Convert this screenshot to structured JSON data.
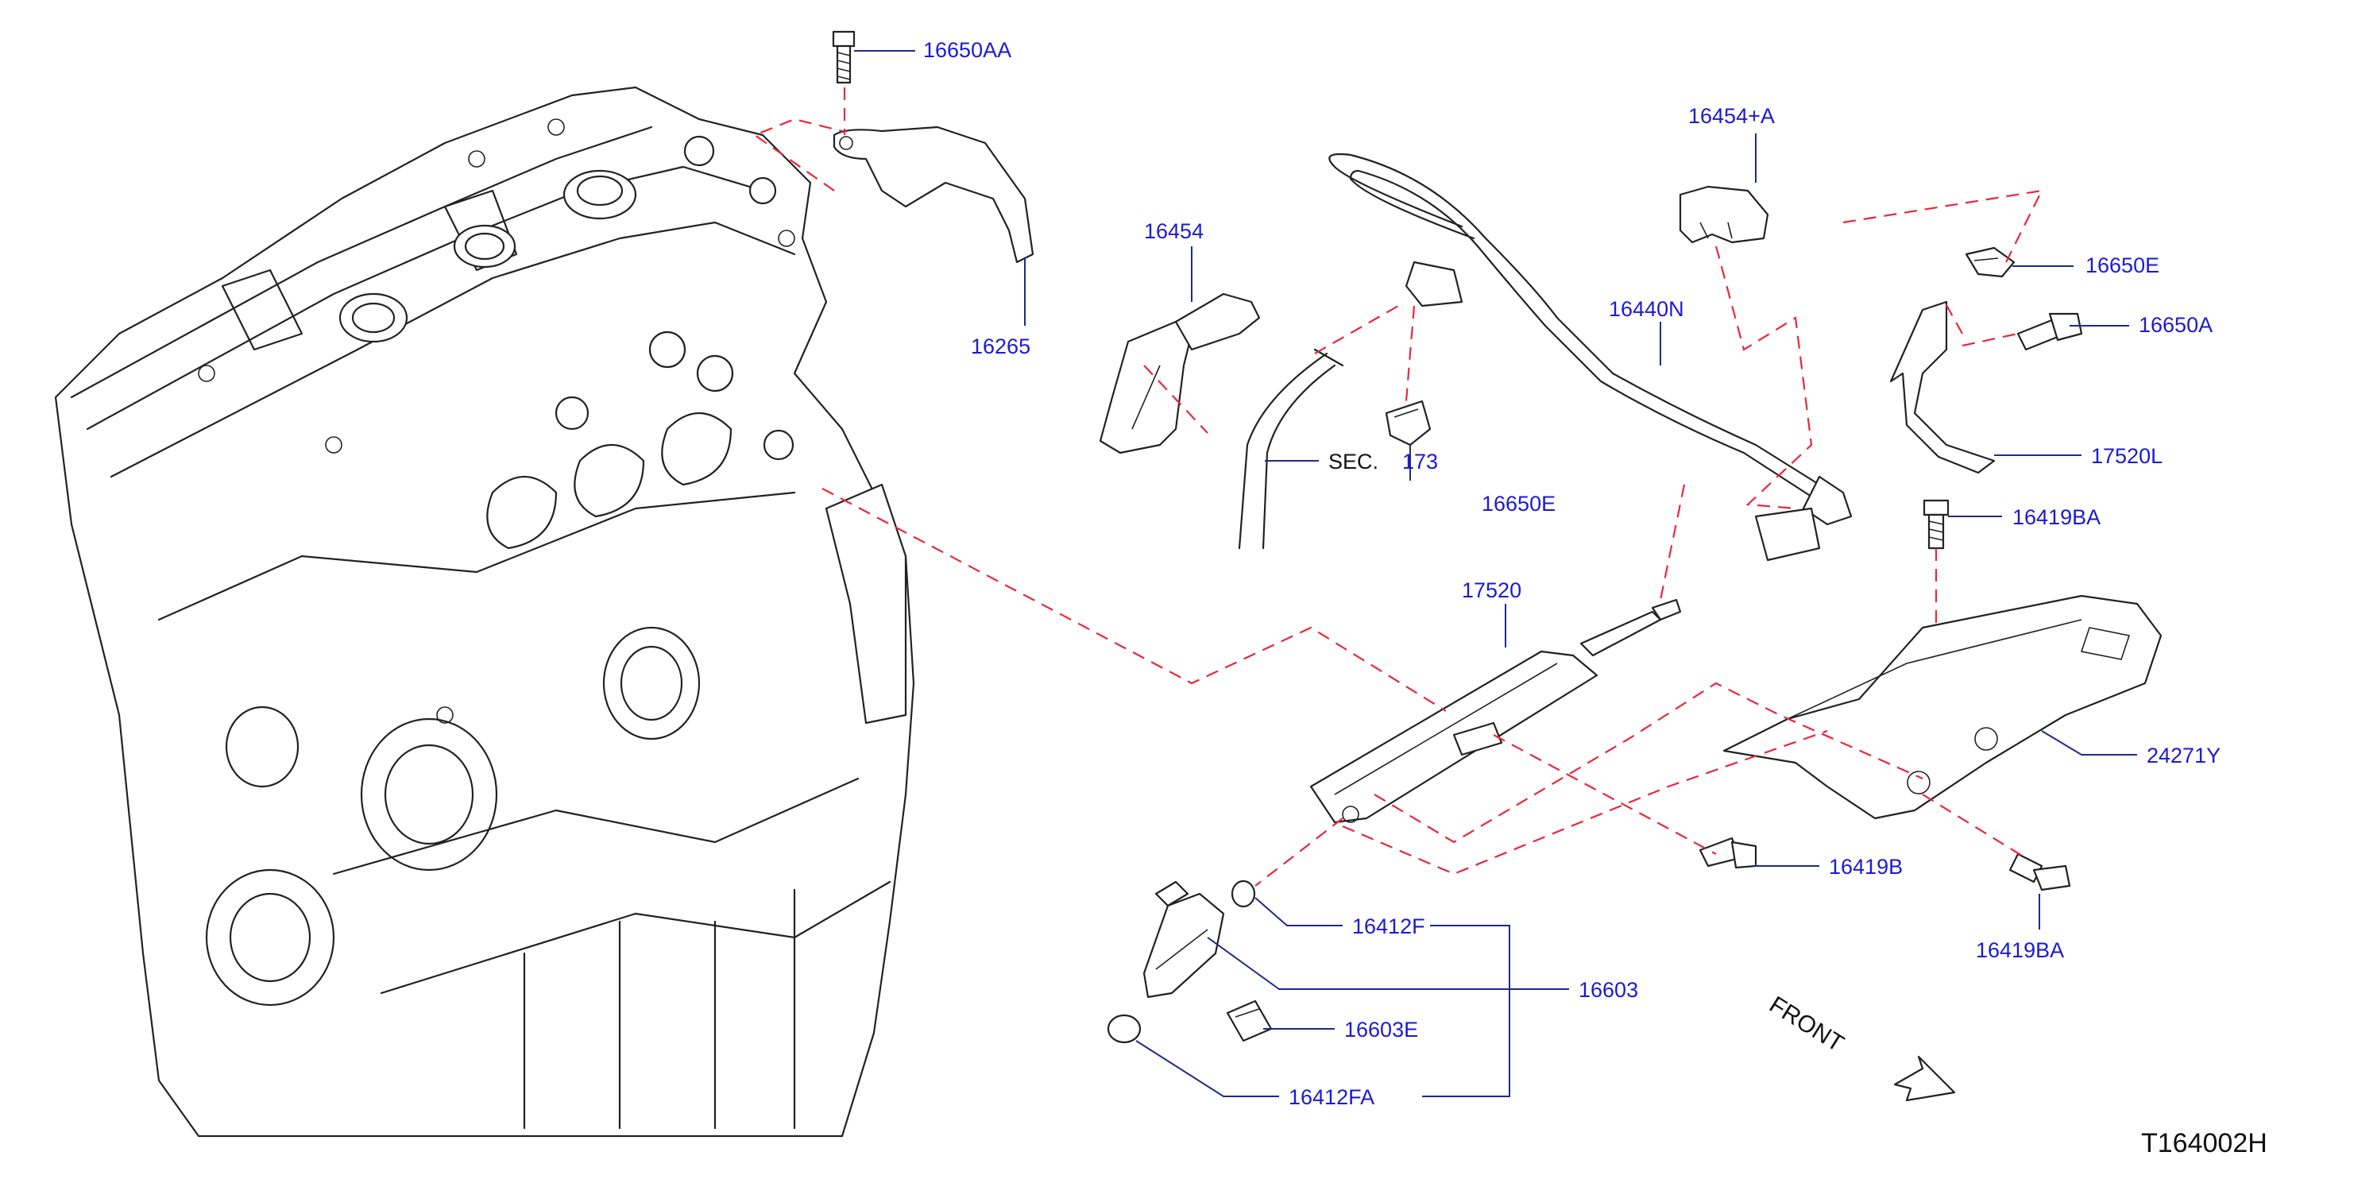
{
  "diagram_code": "T164002H",
  "front_label": "FRONT",
  "section_ref": {
    "prefix": "SEC.",
    "number": "173"
  },
  "parts": [
    "16650AA",
    "16265",
    "16454",
    "16454+A",
    "16650E",
    "16650A",
    "16440N",
    "16650E",
    "17520L",
    "16419BA",
    "17520",
    "24271Y",
    "16419B",
    "16419BA",
    "16412F",
    "16603",
    "16603E",
    "16412FA"
  ],
  "colors": {
    "label": "#1a1ad6",
    "dashed_line": "#e8283a",
    "leader": "#1e2a8a",
    "outline": "#222222"
  }
}
